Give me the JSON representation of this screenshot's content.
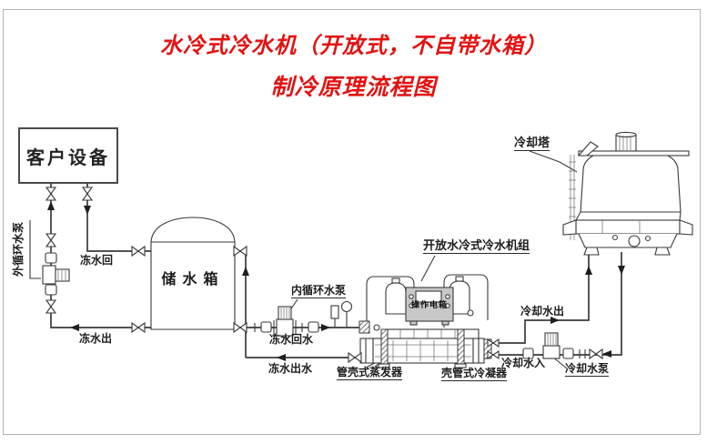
{
  "title": {
    "line1": "水冷式冷水机（开放式，不自带水箱）",
    "line2": "制冷原理流程图"
  },
  "colors": {
    "title_red": "#e31212",
    "line_dark": "#3a3a3a",
    "frame_gray": "#b5b5b5",
    "control_box_fill": "#c8c8c8"
  },
  "equipment": {
    "customer_device": "客户设备",
    "storage_tank": "储水箱",
    "chiller_unit": "开放水冷式冷水机组",
    "control_box": "操作电箱",
    "evaporator": "管壳式蒸发器",
    "condenser": "壳管式冷凝器",
    "cooling_tower": "冷却塔"
  },
  "pumps": {
    "external": "外循环水泵",
    "internal": "内循环水泵",
    "cooling": "冷却水泵"
  },
  "flow_labels": {
    "chilled_return": "冻水回",
    "chilled_out": "冻水出",
    "chilled_return_water": "冻水回水",
    "chilled_out_water": "冻水出水",
    "cooling_out": "冷却水出",
    "cooling_in": "冷却水入"
  }
}
